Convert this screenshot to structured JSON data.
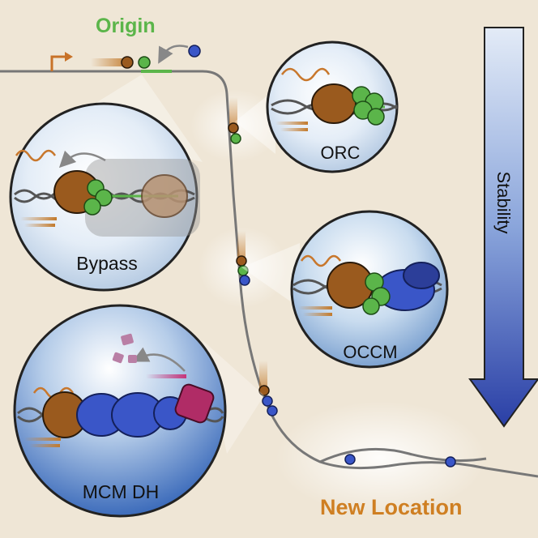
{
  "labels": {
    "origin": "Origin",
    "orc": "ORC",
    "bypass": "Bypass",
    "occm": "OCCM",
    "mcm_dh": "MCM DH",
    "stability": "Stability",
    "new_location": "New Location"
  },
  "colors": {
    "background": "#efe6d6",
    "origin_green": "#5bb54a",
    "new_location_orange": "#cf7f22",
    "mcm_blue": "#3a56c8",
    "rnap_brown": "#9a5a1e",
    "helicase_magenta": "#b02c66",
    "arrow_blue_dark": "#2e44a8"
  },
  "icons": [
    "promoter-arrow-icon",
    "curved-arrow-icon",
    "stability-arrow-icon"
  ]
}
